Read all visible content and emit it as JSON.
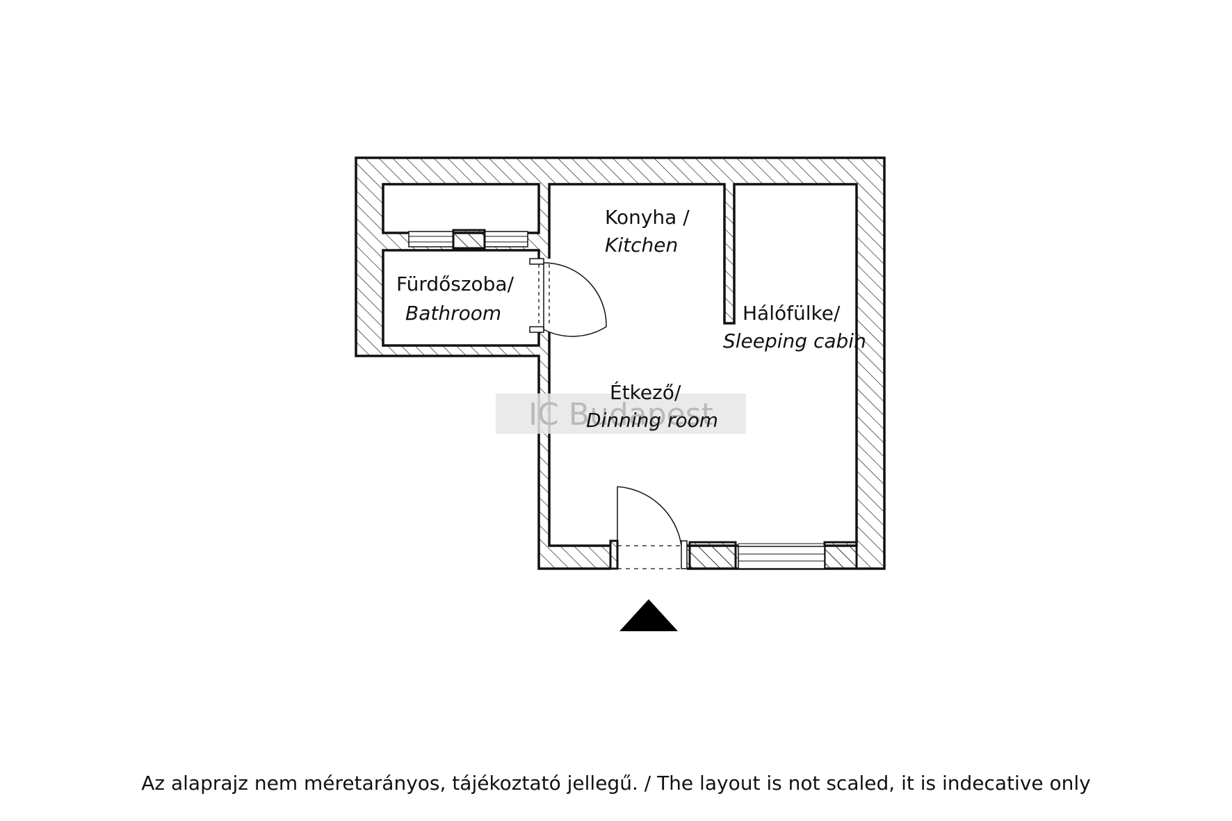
{
  "rooms": {
    "kitchen": {
      "hu": "Konyha /",
      "en": "Kitchen"
    },
    "bathroom": {
      "hu": "Fürdőszoba/",
      "en": "Bathroom"
    },
    "sleeping": {
      "hu": "Hálófülke/",
      "en": "Sleeping cabin"
    },
    "dining": {
      "hu": "Étkező/",
      "en": "Dinning room"
    }
  },
  "watermark": "IC Budapest",
  "disclaimer": "Az alaprajz nem méretarányos, tájékoztató jellegű. / The layout is not scaled, it is indecative only",
  "icons": {
    "entrance": "entrance-arrow-icon"
  },
  "colors": {
    "wall": "#111111",
    "background": "#ffffff",
    "watermark_bg": "#e6e6e6"
  }
}
